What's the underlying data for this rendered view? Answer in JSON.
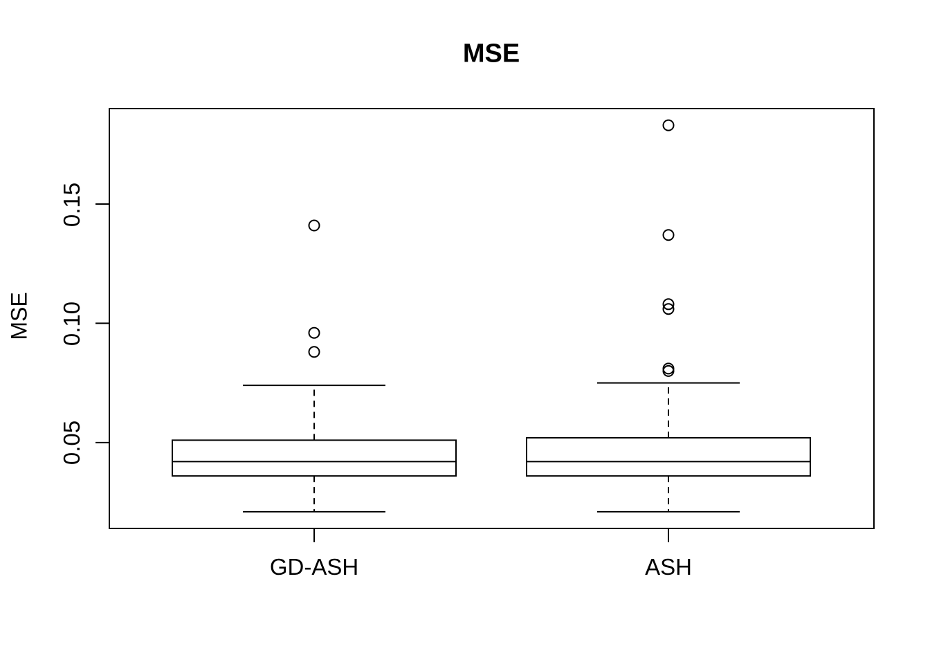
{
  "chart_data": {
    "type": "boxplot",
    "title": "MSE",
    "ylabel": "MSE",
    "xlabel": "",
    "categories": [
      "GD-ASH",
      "ASH"
    ],
    "ytick_labels": [
      "0.05",
      "0.10",
      "0.15"
    ],
    "yticks": [
      0.05,
      0.1,
      0.15
    ],
    "ylim": [
      0.014,
      0.19
    ],
    "grid": false,
    "legend": null,
    "orientation": "vertical",
    "colors": {
      "stroke": "#000000",
      "box_fill": "#ffffff",
      "background": "#ffffff"
    },
    "series": [
      {
        "name": "GD-ASH",
        "lower_whisker": 0.021,
        "q1": 0.036,
        "median": 0.042,
        "q3": 0.051,
        "upper_whisker": 0.074,
        "outliers": [
          0.088,
          0.096,
          0.141
        ]
      },
      {
        "name": "ASH",
        "lower_whisker": 0.021,
        "q1": 0.036,
        "median": 0.042,
        "q3": 0.052,
        "upper_whisker": 0.075,
        "outliers": [
          0.08,
          0.081,
          0.106,
          0.108,
          0.137,
          0.183
        ]
      }
    ]
  }
}
